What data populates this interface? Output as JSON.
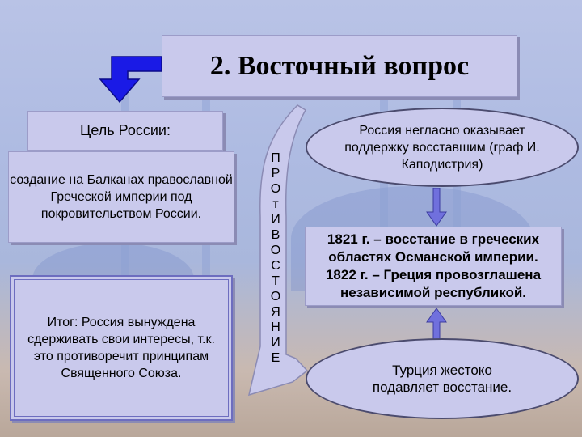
{
  "title": "2. Восточный вопрос",
  "left": {
    "goal_label": "Цель России:",
    "goal_text": "создание на Балканах православной Греческой империи под покровительством России.",
    "result_text": "Итог: Россия вынуждена сдерживать свои интересы, т.к. это противоречит принципам Священного Союза."
  },
  "middle": {
    "letters": [
      "П",
      "Р",
      "О",
      "т",
      "И",
      "В",
      "О",
      "С",
      "Т",
      "О",
      "Я",
      "Н",
      "И",
      "Е"
    ]
  },
  "right": {
    "top_ellipse": "Россия негласно оказывает поддержку восставшим (граф И. Каподистрия)",
    "center_box": "1821 г. – восстание в греческих областях Османской империи. 1822 г. – Греция провозглашена независимой республикой.",
    "bottom_ellipse": "Турция жестоко подавляет восстание."
  },
  "colors": {
    "box_fill": "#c9c9ec",
    "arrow_blue": "#1a1ae6",
    "arrow_violet": "#7070dd"
  },
  "icons": {
    "corner_arrow": "bent-down-arrow-icon",
    "down_arrow": "down-arrow-icon",
    "up_arrow": "up-arrow-icon"
  }
}
